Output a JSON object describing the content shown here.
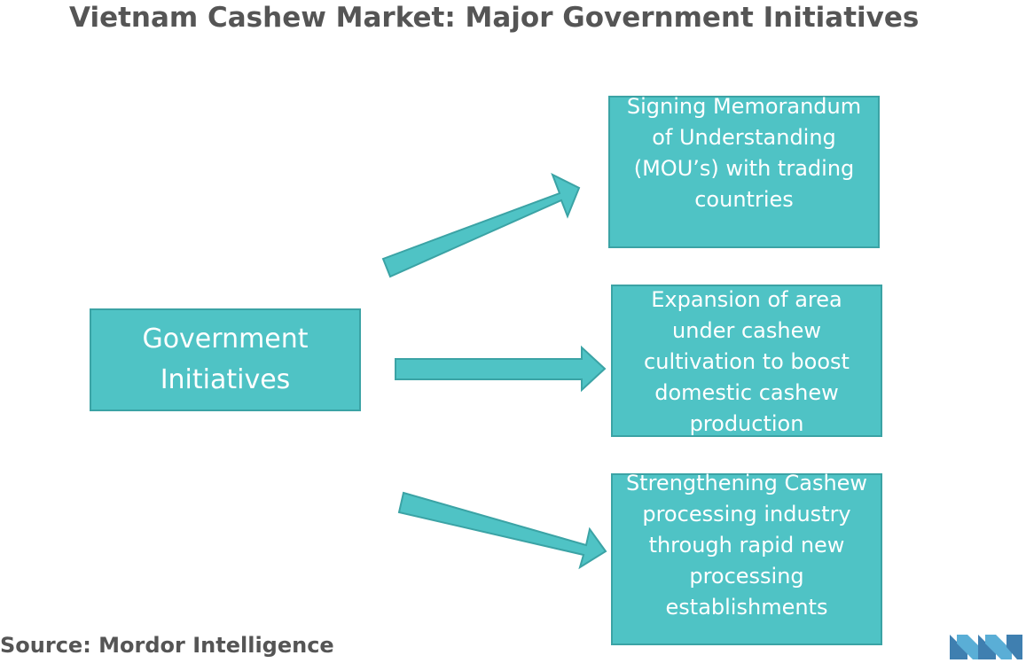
{
  "title": "Vietnam Cashew Market: Major Government Initiatives",
  "main_node": {
    "label": "Government Initiatives"
  },
  "initiatives": [
    {
      "label": "Signing Memorandum of Understanding (MOU’s) with trading countries"
    },
    {
      "label": "Expansion of area under cashew cultivation to boost domestic cashew production"
    },
    {
      "label": "Strengthening Cashew processing industry through rapid new processing establishments"
    }
  ],
  "source": "Source: Mordor Intelligence",
  "colors": {
    "box_fill": "#4fc3c5",
    "box_border": "#3ba3a5",
    "text_gray": "#555555",
    "logo": "#4a90b8"
  },
  "icons": {
    "logo": "mordor-intelligence-logo-icon"
  }
}
